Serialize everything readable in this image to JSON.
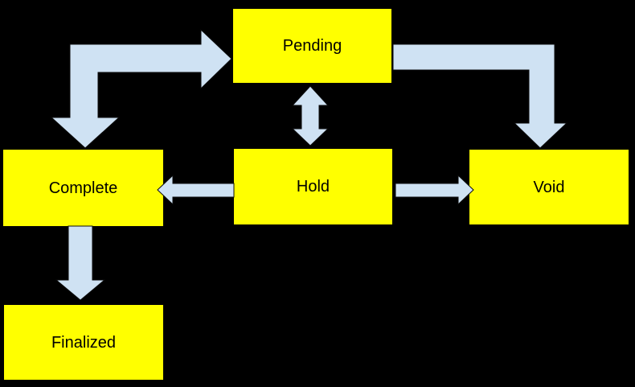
{
  "diagram": {
    "background_color": "#000000",
    "node_fill_color": "#ffff00",
    "node_text_color": "#000000",
    "arrow_fill_color": "#cfe2f3",
    "arrow_outline_color": "#0b0b0b",
    "nodes": [
      {
        "id": "pending",
        "label": "Pending"
      },
      {
        "id": "complete",
        "label": "Complete"
      },
      {
        "id": "hold",
        "label": "Hold"
      },
      {
        "id": "void",
        "label": "Void"
      },
      {
        "id": "finalized",
        "label": "Finalized"
      }
    ],
    "edges": [
      {
        "from": "pending",
        "to": "complete",
        "style": "elbow",
        "bidirectional": true
      },
      {
        "from": "pending",
        "to": "hold",
        "style": "straight",
        "bidirectional": true
      },
      {
        "from": "pending",
        "to": "void",
        "style": "elbow",
        "bidirectional": false
      },
      {
        "from": "hold",
        "to": "complete",
        "style": "straight",
        "bidirectional": false
      },
      {
        "from": "hold",
        "to": "void",
        "style": "straight",
        "bidirectional": false
      },
      {
        "from": "complete",
        "to": "finalized",
        "style": "straight",
        "bidirectional": false
      }
    ]
  }
}
